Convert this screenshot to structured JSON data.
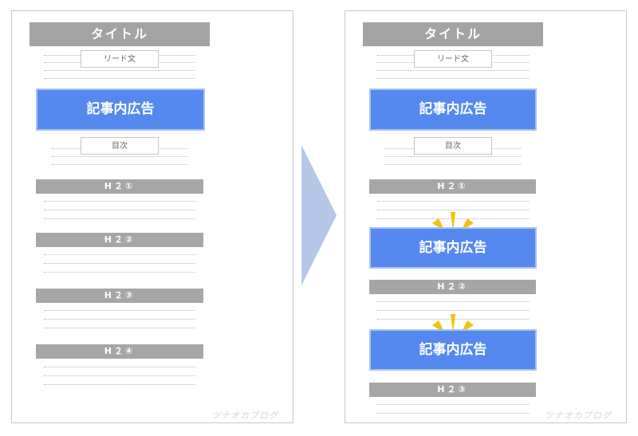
{
  "left_page": {
    "title": "タイトル",
    "lead": "リード文",
    "ad": "記事内広告",
    "toc": "目次",
    "headings": [
      "H２①",
      "H２②",
      "H２③",
      "H２④"
    ],
    "watermark": "ツナオカブログ"
  },
  "right_page": {
    "title": "タイトル",
    "lead": "リード文",
    "ads": [
      "記事内広告",
      "記事内広告",
      "記事内広告"
    ],
    "toc": "目次",
    "headings": [
      "H２①",
      "H２②",
      "H２③"
    ],
    "watermark": "ツナオカブログ"
  },
  "colors": {
    "ad_fill": "#5589f0",
    "heading_fill": "#a6a6a6",
    "arrow": "#b5c8e8",
    "burst": "#f4c20d"
  }
}
